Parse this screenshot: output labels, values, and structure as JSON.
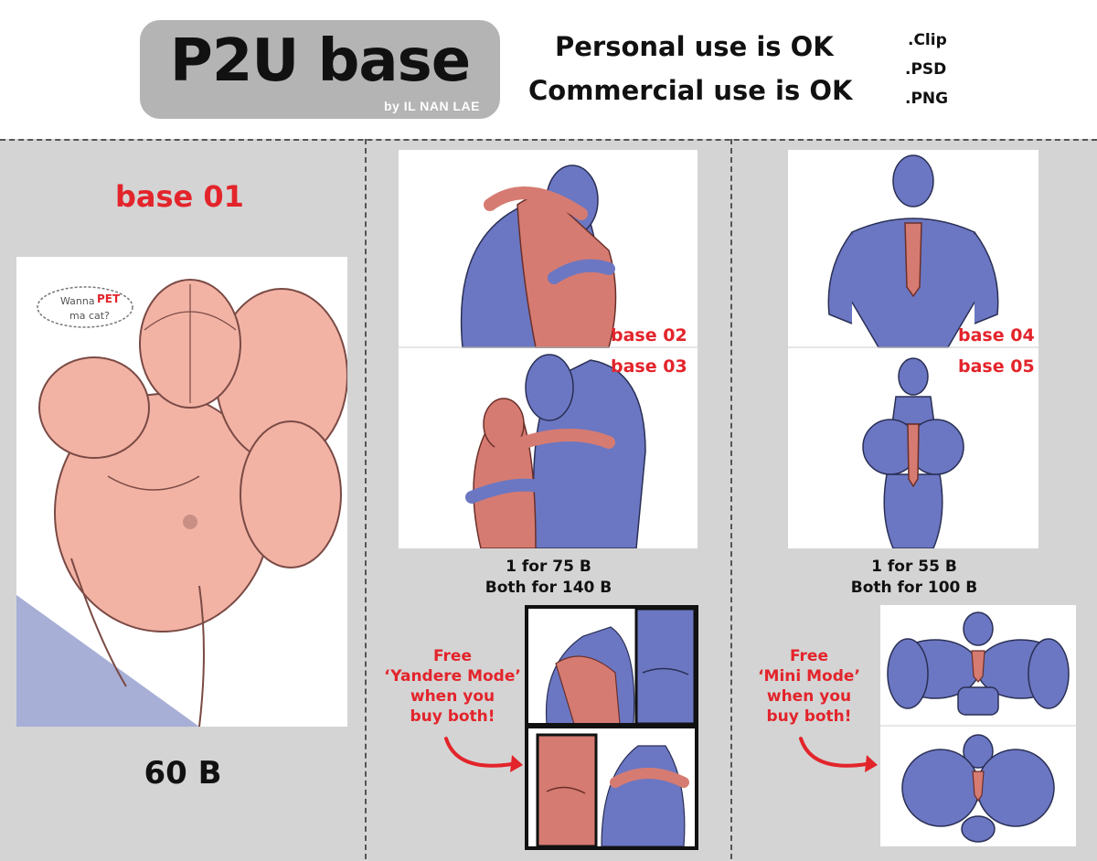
{
  "header": {
    "title": "P2U base",
    "byline": "by IL NAN LAE",
    "license_personal": "Personal use is OK",
    "license_commercial": "Commercial use is OK",
    "formats": [
      ".Clip",
      ".PSD",
      ".PNG"
    ]
  },
  "col1": {
    "label": "base 01",
    "speech": [
      "Wanna",
      "PET",
      "ma cat?"
    ],
    "price": "60 B"
  },
  "col2": {
    "label_top": "base 02",
    "label_bottom": "base 03",
    "price_one": "1 for 75 B",
    "price_both": "Both for 140 B",
    "free_lines": [
      "Free",
      "‘Yandere Mode’",
      "when you",
      "buy both!"
    ]
  },
  "col3": {
    "label_top": "base 04",
    "label_bottom": "base 05",
    "price_one": "1 for 55 B",
    "price_both": "Both for 100 B",
    "free_lines": [
      "Free",
      "‘Mini Mode’",
      "when you",
      "buy both!"
    ]
  },
  "colors": {
    "accent_red": "#e3242b",
    "skin_pink": "#f2b3a5",
    "body_blue": "#6b77c2",
    "body_red": "#d67b72",
    "panel_gray": "#d4d4d4",
    "pill_gray": "#b4b4b4"
  }
}
